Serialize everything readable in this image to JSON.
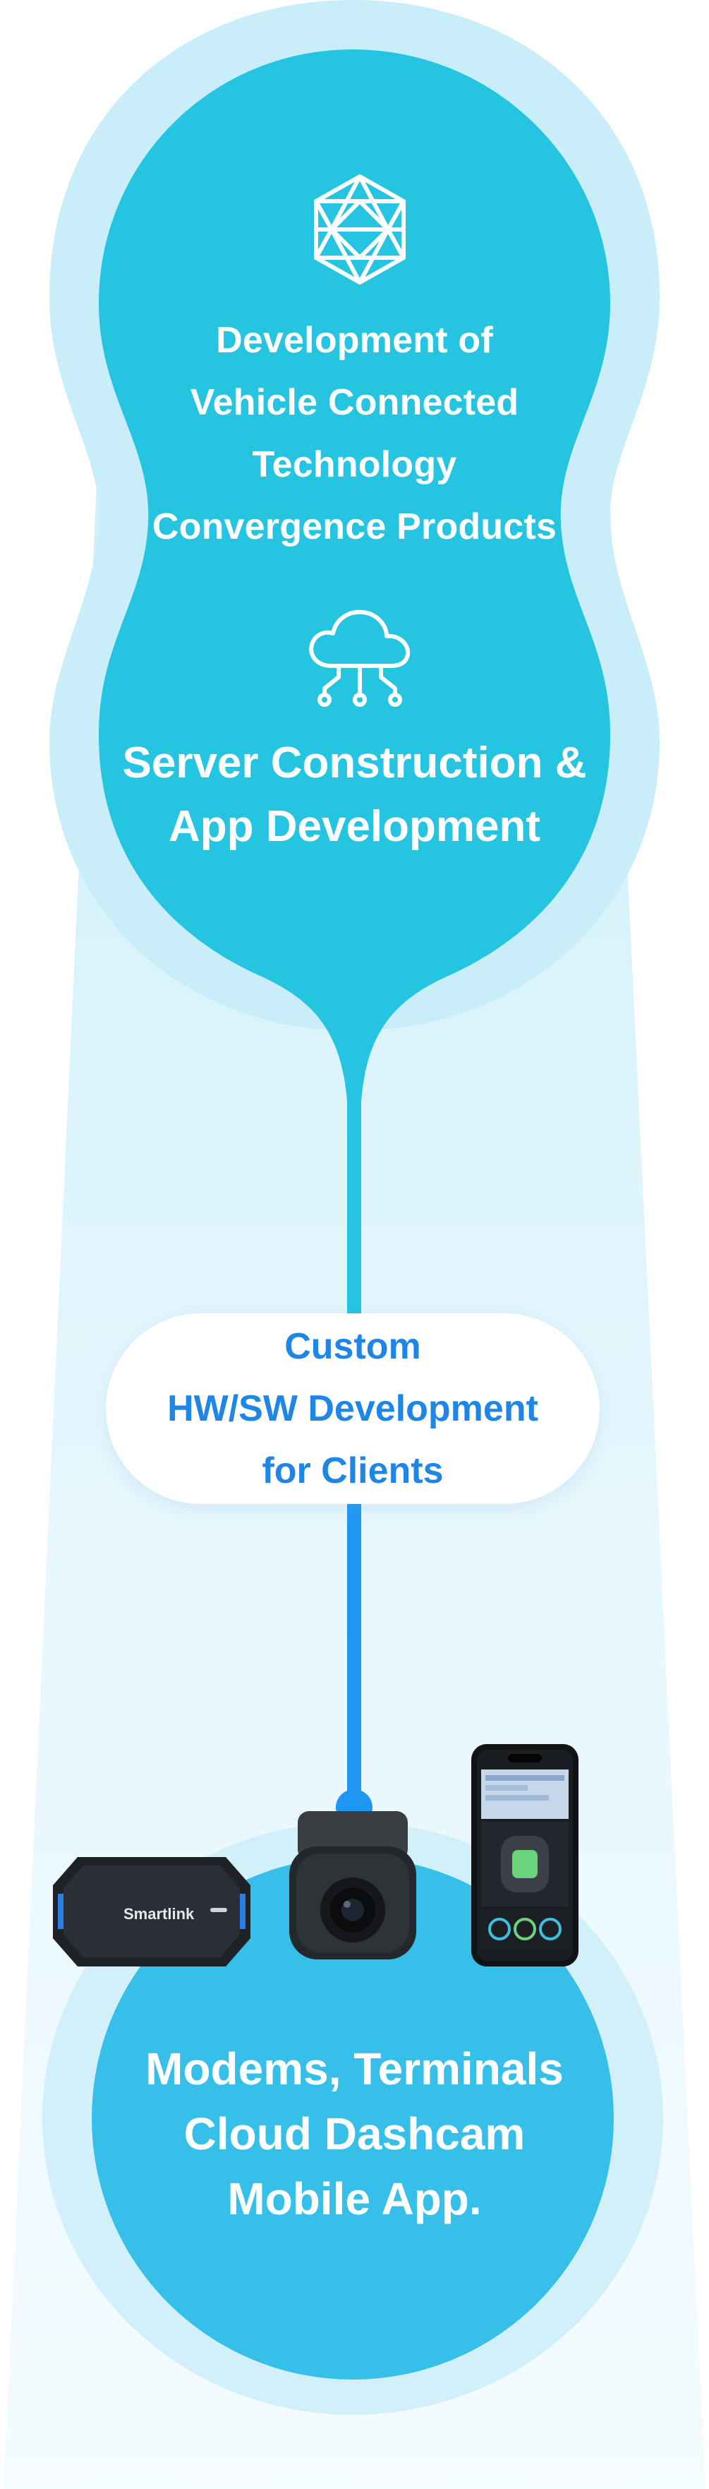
{
  "colors": {
    "teal": "#25c4e0",
    "outer_halo": "#c9eef9",
    "bottom_blue": "#35bfe9",
    "connector": "#1f97f2",
    "pill_text": "#1f86e6"
  },
  "top_section": {
    "icon": "geodesic-sphere-icon",
    "lines": [
      "Development of",
      "Vehicle Connected",
      "Technology",
      "Convergence Products"
    ]
  },
  "middle_section": {
    "icon": "cloud-network-icon",
    "lines": [
      "Server Construction &",
      "App Development"
    ]
  },
  "pill": {
    "lines": [
      "Custom",
      "HW/SW Development",
      "for Clients"
    ]
  },
  "devices": {
    "modem": {
      "brand": "Smartlink"
    },
    "dashcam": {},
    "phone": {}
  },
  "bottom_section": {
    "lines": [
      "Modems, Terminals",
      "Cloud Dashcam",
      "Mobile App."
    ]
  }
}
